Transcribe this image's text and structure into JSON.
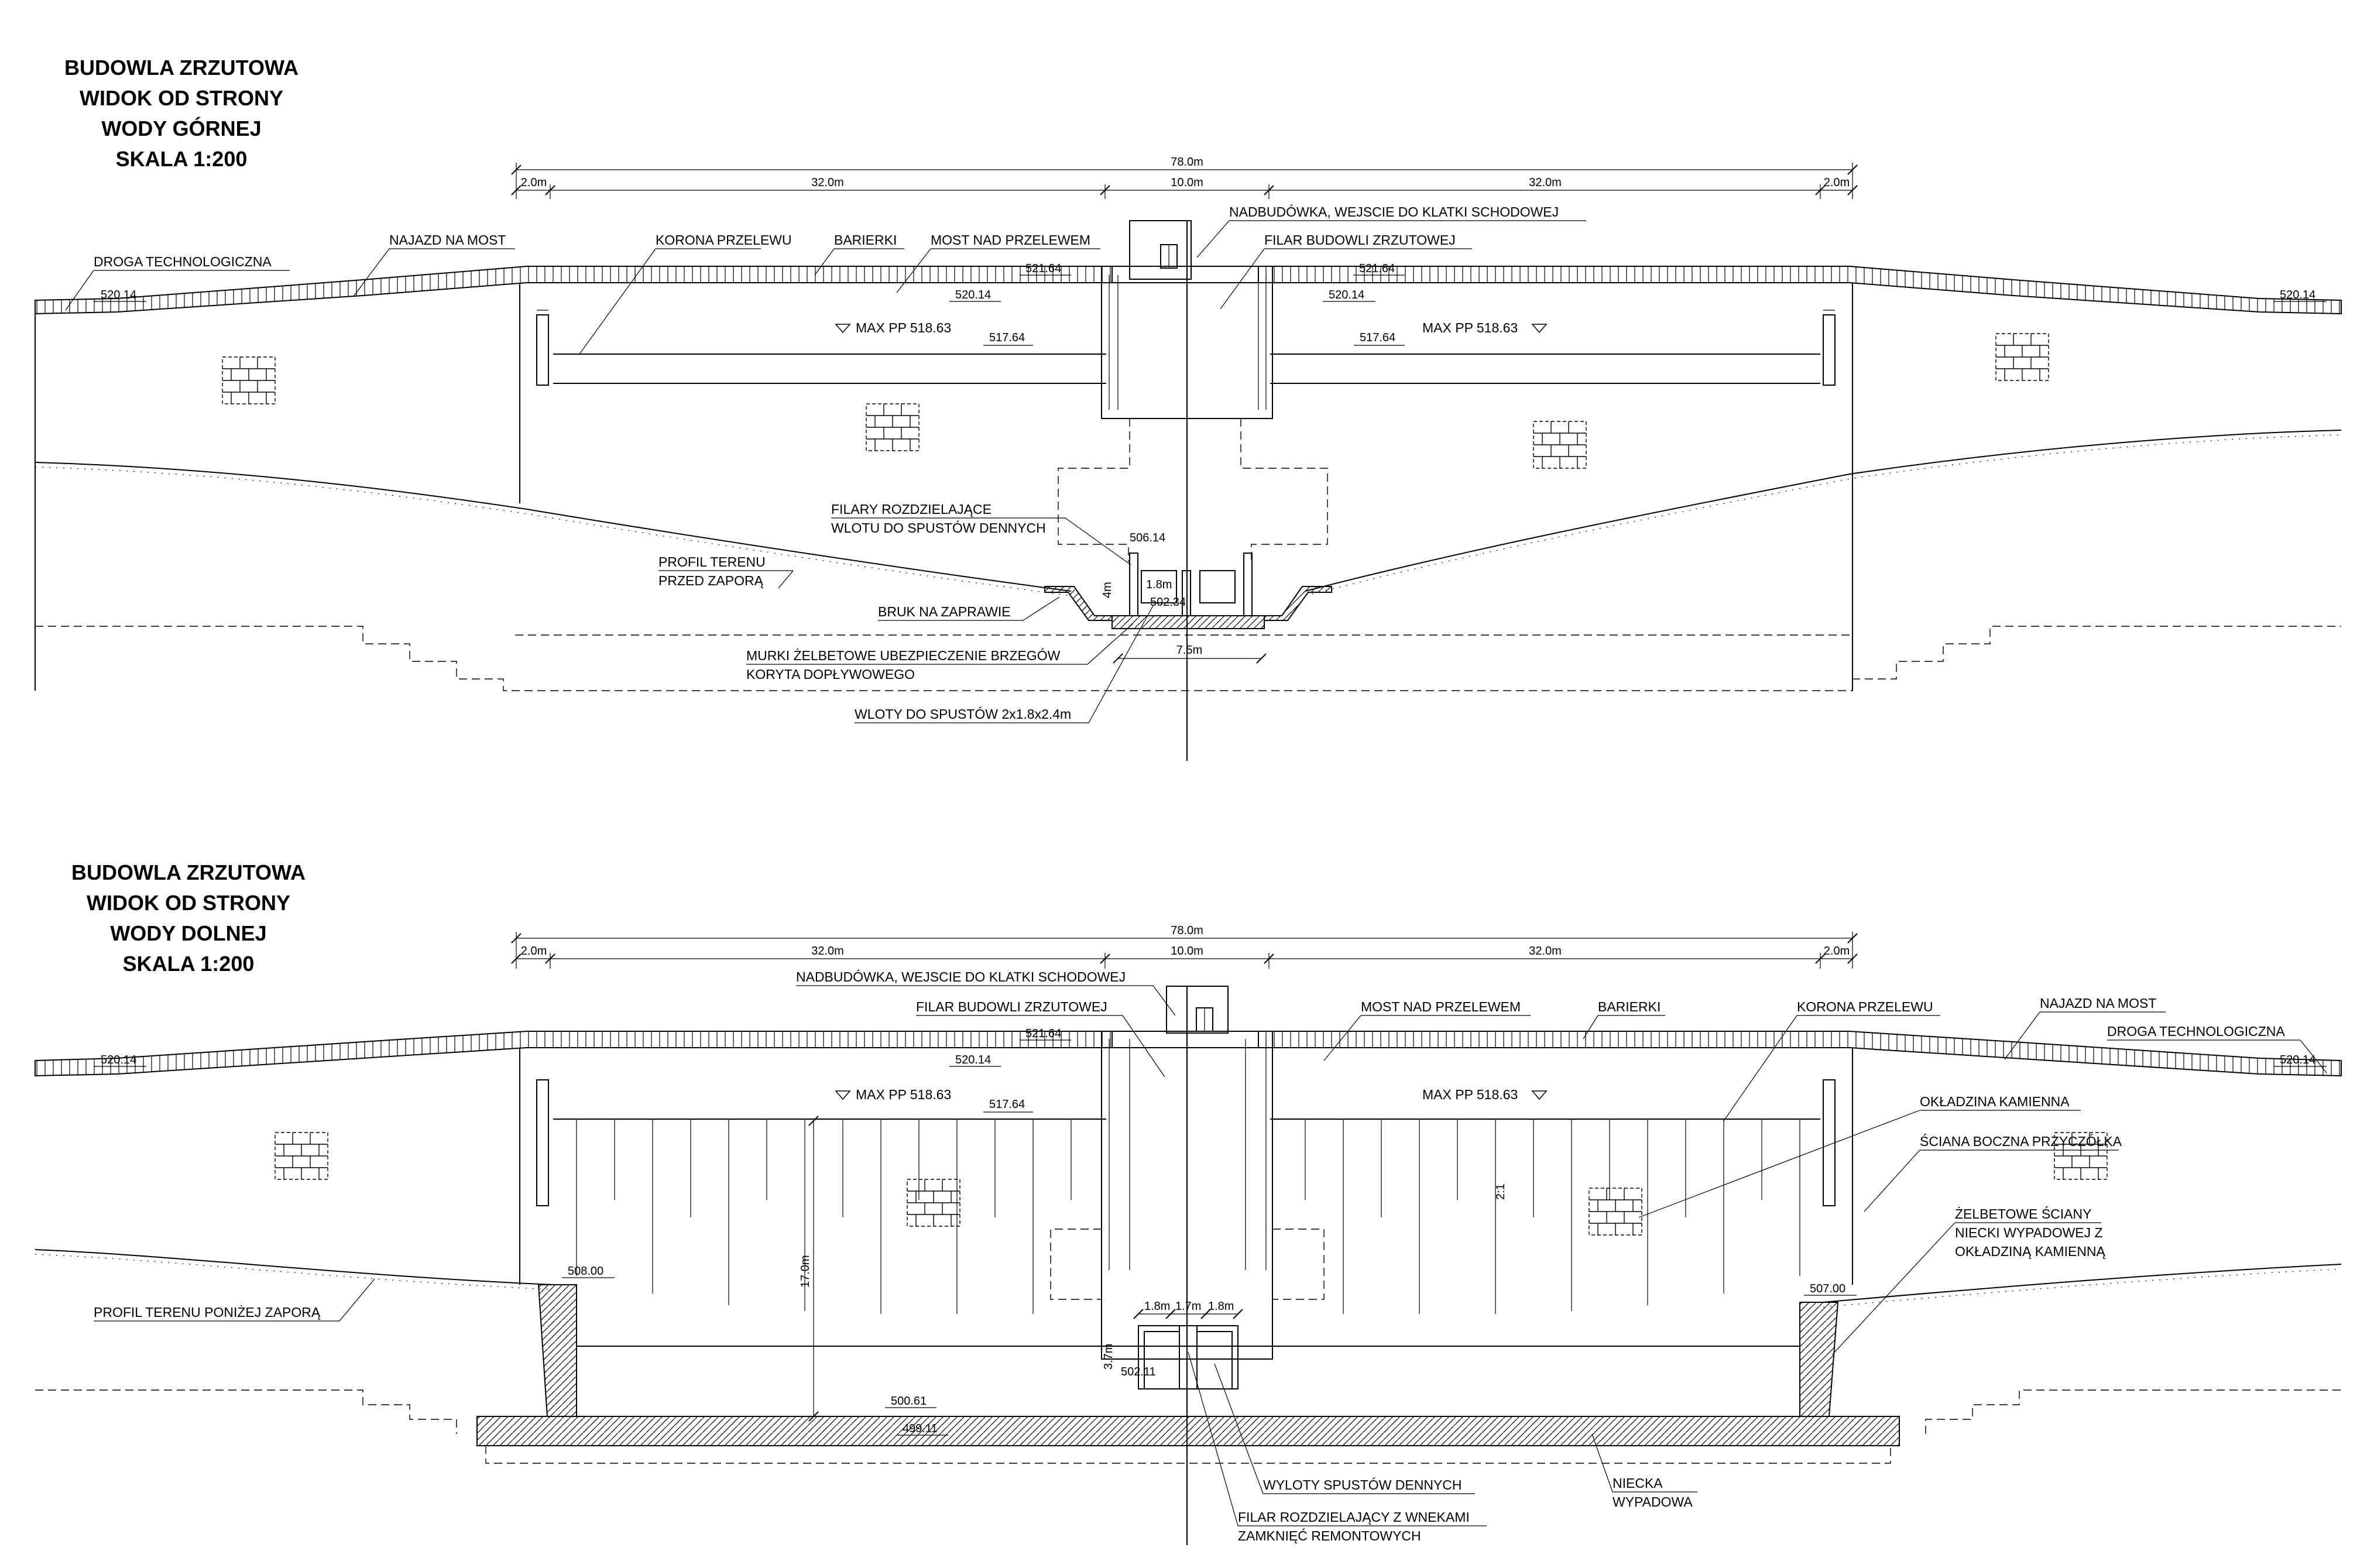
{
  "top": {
    "title": [
      "BUDOWLA ZRZUTOWA",
      "WIDOK OD STRONY",
      "WODY GÓRNEJ",
      "SKALA 1:200"
    ],
    "dims": {
      "total": "78.0m",
      "s1": "2.0m",
      "s2": "32.0m",
      "s3": "10.0m",
      "s4": "32.0m",
      "s5": "2.0m",
      "bottom_width": "7.5m",
      "pillar_height": "4m",
      "inlet_width": "1.8m"
    },
    "levels": {
      "road_left": "520.14",
      "road_right": "520.14",
      "crest_left": "520.14",
      "crest_right": "520.14",
      "bridge_left": "521.64",
      "bridge_right": "521.64",
      "maxpp_left": "MAX PP 518.63",
      "maxpp_right": "MAX PP 518.63",
      "spill_left": "517.64",
      "spill_right": "517.64",
      "pillar_top": "506.14",
      "inlet_bottom": "502.34"
    },
    "labels": {
      "road": "DROGA TECHNOLOGICZNA",
      "ramp": "NAJAZD NA MOST",
      "crest": "KORONA PRZELEWU",
      "barriers": "BARIERKI",
      "bridge": "MOST NAD PRZELEWEM",
      "superstructure": "NADBUDÓWKA, WEJSCIE DO KLATKI SCHODOWEJ",
      "pier": "FILAR BUDOWLI ZRZUTOWEJ",
      "dividers_1": "FILARY ROZDZIELAJĄCE",
      "dividers_2": "WLOTU DO SPUSTÓW DENNYCH",
      "terrain_1": "PROFIL TERENU",
      "terrain_2": "PRZED ZAPORĄ",
      "paving": "BRUK NA ZAPRAWIE",
      "walls_1": "MURKI ŻELBETOWE UBEZPIECZENIE BRZEGÓW",
      "walls_2": "KORYTA DOPŁYWOWEGO",
      "inlets": "WLOTY DO SPUSTÓW 2x1.8x2.4m"
    }
  },
  "bottom": {
    "title": [
      "BUDOWLA ZRZUTOWA",
      "WIDOK OD STRONY",
      "WODY DOLNEJ",
      "SKALA 1:200"
    ],
    "dims": {
      "total": "78.0m",
      "s1": "2.0m",
      "s2": "32.0m",
      "s3": "10.0m",
      "s4": "32.0m",
      "s5": "2.0m",
      "height": "17.0m",
      "outlet_a": "1.8m",
      "outlet_b": "1.7m",
      "outlet_c": "1.8m",
      "outlet_h": "3.7m",
      "slope": "2:1"
    },
    "levels": {
      "road_left": "520.14",
      "road_right": "520.14",
      "crest": "520.14",
      "bridge": "521.64",
      "maxpp_left": "MAX PP 518.63",
      "maxpp_right": "MAX PP 518.63",
      "spill": "517.64",
      "wall_left": "508.00",
      "wall_right": "507.00",
      "outlet_bottom": "502.11",
      "basin_top": "500.61",
      "basin_bottom": "499.11"
    },
    "labels": {
      "superstructure": "NADBUDÓWKA, WEJSCIE DO KLATKI SCHODOWEJ",
      "pier": "FILAR BUDOWLI ZRZUTOWEJ",
      "bridge": "MOST NAD PRZELEWEM",
      "barriers": "BARIERKI",
      "crest": "KORONA PRZELEWU",
      "ramp": "NAJAZD NA MOST",
      "road": "DROGA TECHNOLOGICZNA",
      "cladding": "OKŁADZINA KAMIENNA",
      "abutment": "ŚCIANA BOCZNA PRZYCZÓŁKA",
      "rc_walls_1": "ŻELBETOWE ŚCIANY",
      "rc_walls_2": "NIECKI WYPADOWEJ Z",
      "rc_walls_3": "OKŁADZINĄ KAMIENNĄ",
      "terrain": "PROFIL TERENU  PONIŻEJ ZAPORĄ",
      "outlets": "WYLOTY SPUSTÓW DENNYCH",
      "divider_1": "FILAR ROZDZIELAJĄCY Z WNEKAMI",
      "divider_2": "ZAMKNIĘĆ REMONTOWYCH",
      "basin_1": "NIECKA",
      "basin_2": "WYPADOWA"
    }
  }
}
